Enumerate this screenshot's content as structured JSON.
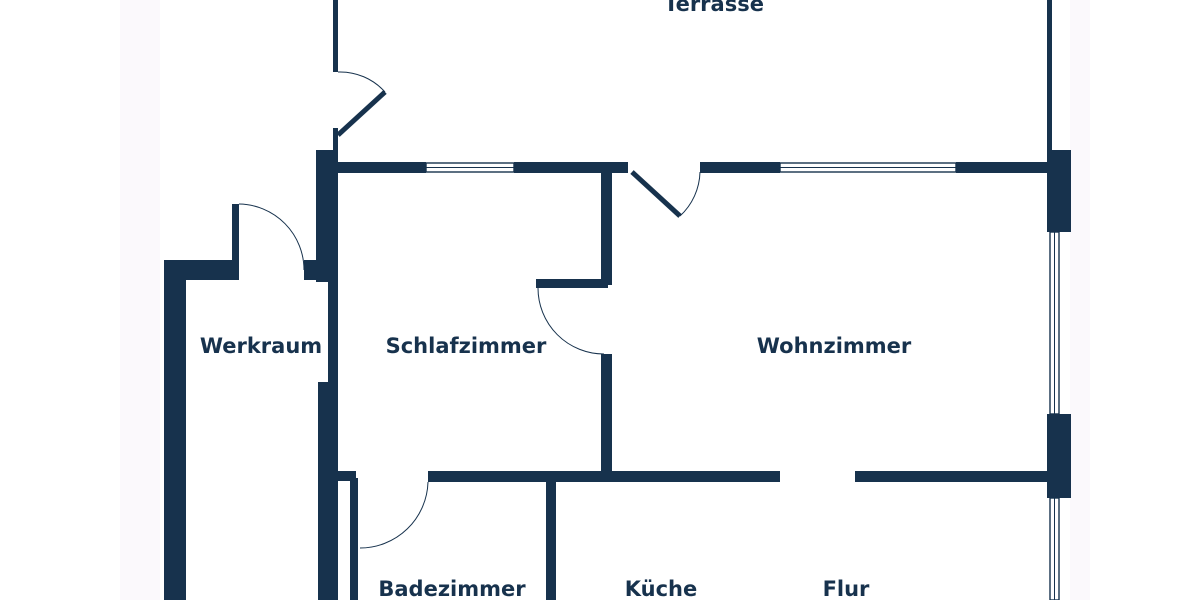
{
  "colors": {
    "wall": "#17324d",
    "background": "#ffffff"
  },
  "rooms": {
    "terrasse": "Terrasse",
    "werkraum": "Werkraum",
    "schlafzimmer": "Schlafzimmer",
    "wohnzimmer": "Wohnzimmer",
    "badezimmer": "Badezimmer",
    "kueche": "Küche",
    "flur": "Flur"
  }
}
